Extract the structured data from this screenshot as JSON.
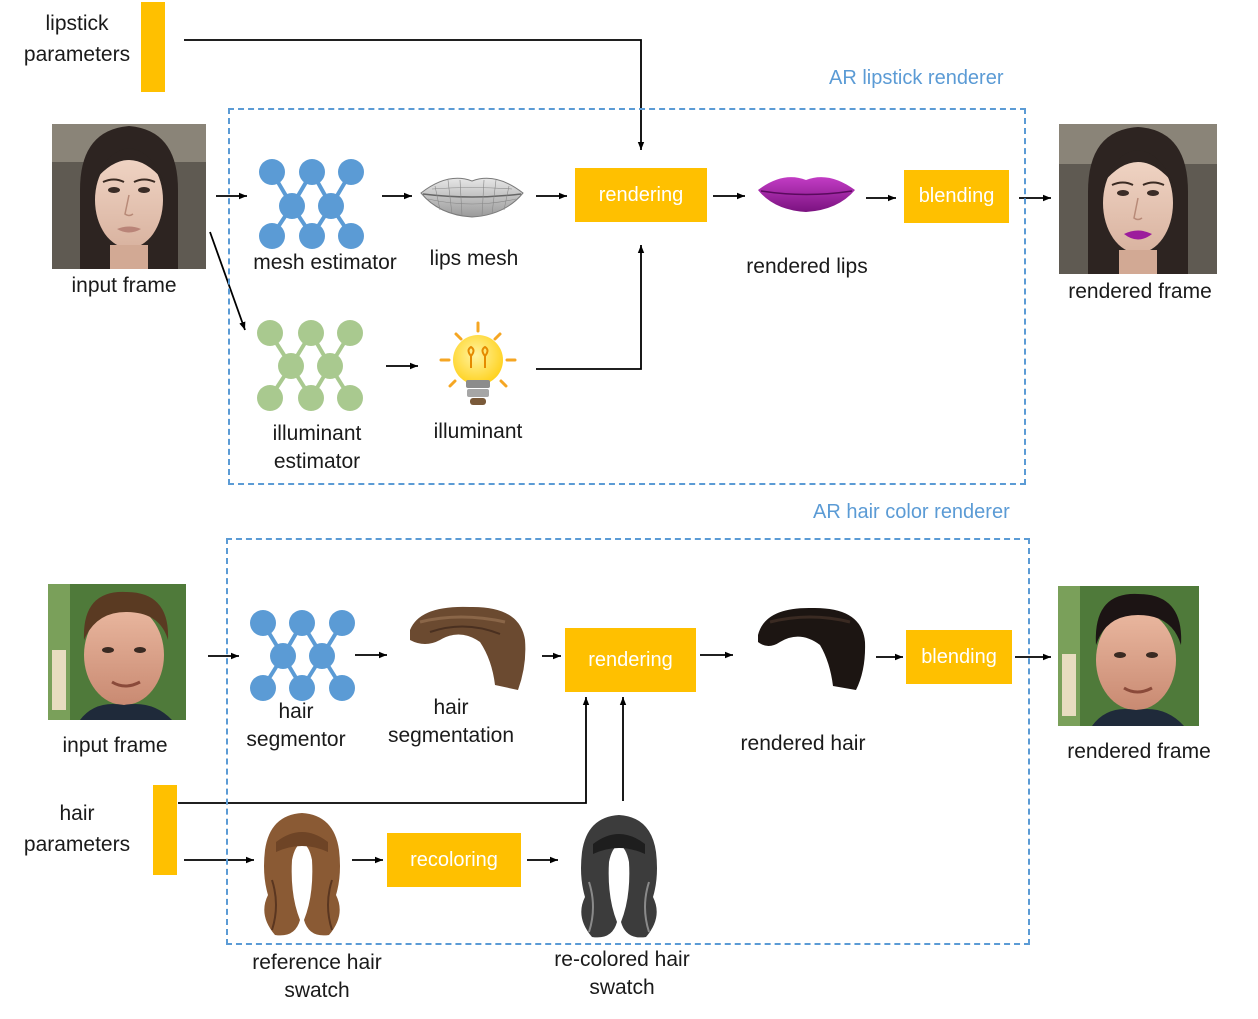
{
  "lipstick": {
    "title": "AR lipstick renderer",
    "params_label": [
      "lipstick",
      "parameters"
    ],
    "input_label": "input frame",
    "mesh_estimator_label": "mesh estimator",
    "lips_mesh_label": "lips mesh",
    "rendering_label": "rendering",
    "rendered_lips_label": "rendered lips",
    "blending_label": "blending",
    "output_label": "rendered frame",
    "illuminant_estimator_label": [
      "illuminant",
      "estimator"
    ],
    "illuminant_label": "illuminant"
  },
  "hair": {
    "title": "AR hair color renderer",
    "input_label": "input frame",
    "segmentor_label": [
      "hair",
      "segmentor"
    ],
    "segmentation_label": [
      "hair",
      "segmentation"
    ],
    "rendering_label": "rendering",
    "rendered_hair_label": "rendered hair",
    "blending_label": "blending",
    "output_label": "rendered frame",
    "params_label": [
      "hair",
      "parameters"
    ],
    "recoloring_label": "recoloring",
    "reference_label": [
      "reference hair",
      "swatch"
    ],
    "recolored_label": [
      "re-colored hair",
      "swatch"
    ]
  },
  "colors": {
    "accent": "#ffc000",
    "dashed_border": "#5b9bd5",
    "network_blue": "#5b9bd5",
    "network_green": "#a9c98f",
    "lips_purple": "#9c1d9c"
  }
}
